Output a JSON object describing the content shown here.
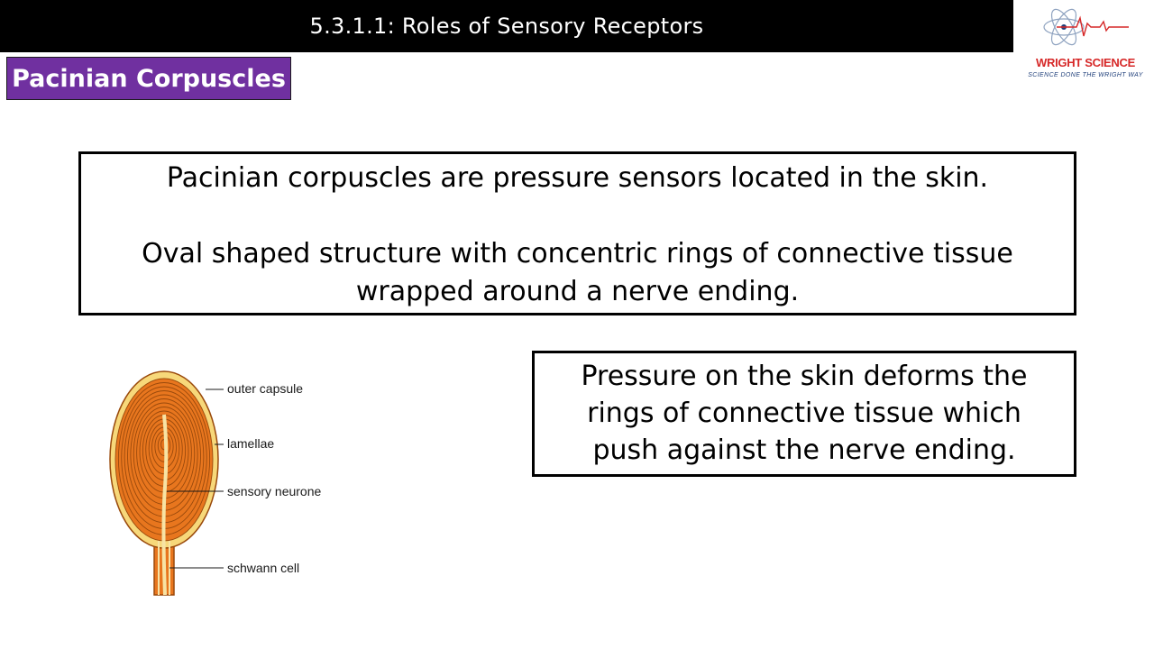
{
  "header": {
    "title": "5.3.1.1: Roles of Sensory Receptors"
  },
  "logo": {
    "name": "WRIGHT SCIENCE",
    "tagline": "SCIENCE DONE THE WRIGHT WAY"
  },
  "section": {
    "label": "Pacinian Corpuscles"
  },
  "main_box": {
    "line1": "Pacinian corpuscles are pressure sensors located in the skin.",
    "line2": "Oval shaped structure with concentric rings of connective tissue",
    "line3": "wrapped around a nerve ending."
  },
  "side_box": {
    "line1": "Pressure on the skin deforms the",
    "line2": "rings of connective tissue which",
    "line3": "push against the nerve ending."
  },
  "diagram": {
    "labels": {
      "outer_capsule": "outer capsule",
      "lamellae": "lamellae",
      "sensory_neurone": "sensory neurone",
      "schwann_cell": "schwann cell"
    },
    "colors": {
      "capsule": "#f7d87a",
      "lamellae": "#e8761e",
      "ring_line": "#9a4a0c",
      "neurone": "#f7e3a4"
    }
  },
  "colors": {
    "title_bg": "#000000",
    "section_bg": "#7030a0",
    "logo_red": "#d62828"
  }
}
